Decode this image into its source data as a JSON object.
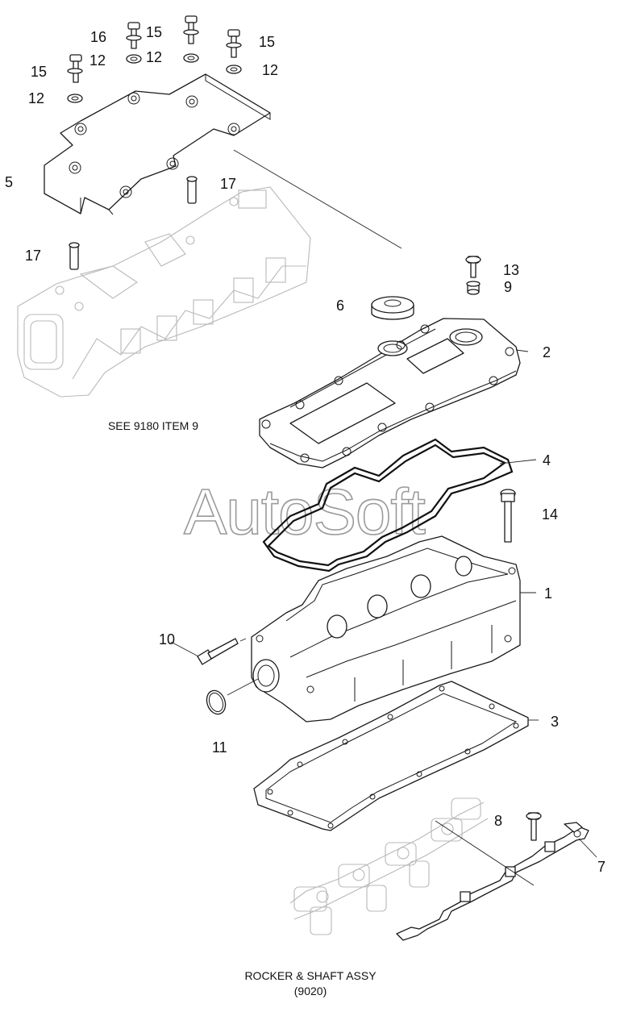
{
  "watermark": "AutoSoft",
  "callouts": [
    {
      "id": "c16",
      "text": "16"
    },
    {
      "id": "c15a",
      "text": "15"
    },
    {
      "id": "c15b",
      "text": "15"
    },
    {
      "id": "c15c",
      "text": "15"
    },
    {
      "id": "c12a",
      "text": "12"
    },
    {
      "id": "c12b",
      "text": "12"
    },
    {
      "id": "c12c",
      "text": "12"
    },
    {
      "id": "c12d",
      "text": "12"
    },
    {
      "id": "c5",
      "text": "5"
    },
    {
      "id": "c17a",
      "text": "17"
    },
    {
      "id": "c17b",
      "text": "17"
    },
    {
      "id": "c13",
      "text": "13"
    },
    {
      "id": "c9",
      "text": "9"
    },
    {
      "id": "c6",
      "text": "6"
    },
    {
      "id": "c2",
      "text": "2"
    },
    {
      "id": "c4",
      "text": "4"
    },
    {
      "id": "c14",
      "text": "14"
    },
    {
      "id": "c1",
      "text": "1"
    },
    {
      "id": "c10",
      "text": "10"
    },
    {
      "id": "c3",
      "text": "3"
    },
    {
      "id": "c11",
      "text": "11"
    },
    {
      "id": "c8",
      "text": "8"
    },
    {
      "id": "c7",
      "text": "7"
    }
  ],
  "references": {
    "manifold_note": "SEE 9180 ITEM 9",
    "rocker_title": "ROCKER & SHAFT ASSY",
    "rocker_code": "(9020)"
  }
}
